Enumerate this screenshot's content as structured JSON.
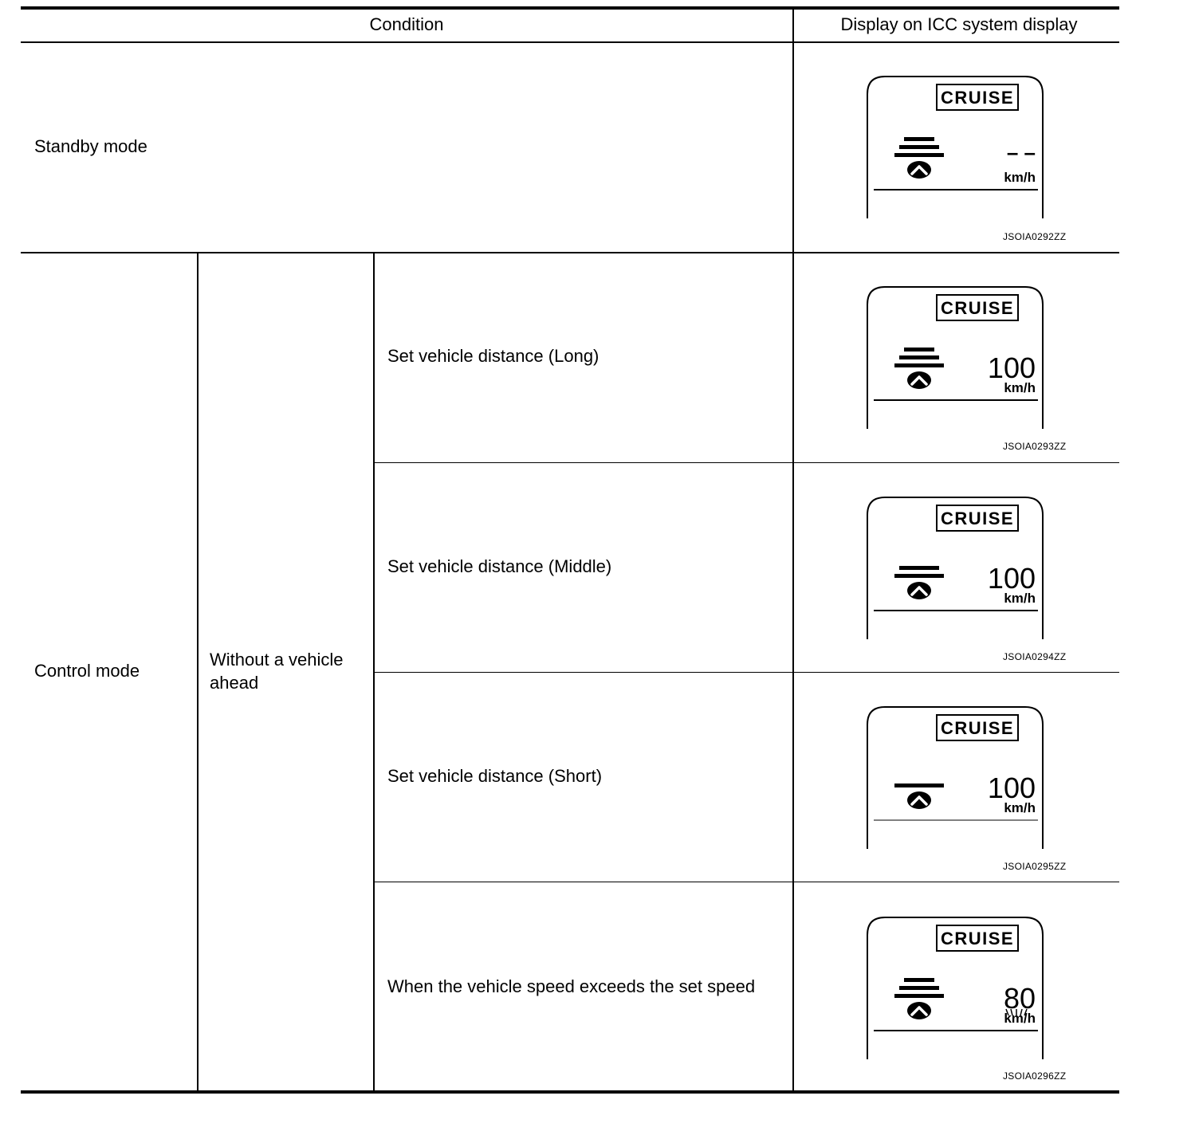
{
  "header": {
    "condition": "Condition",
    "display": "Display on ICC system display"
  },
  "rows": {
    "standby": {
      "label": "Standby mode"
    },
    "control": {
      "label": "Control mode",
      "sub_label": "Without a vehicle ahead",
      "items": [
        {
          "condition": "Set vehicle distance (Long)"
        },
        {
          "condition": "Set vehicle distance (Middle)"
        },
        {
          "condition": "Set vehicle distance (Short)"
        },
        {
          "condition": "When the vehicle speed exceeds the set speed"
        }
      ]
    }
  },
  "displays": [
    {
      "cruise": "CRUISE",
      "speed": "– –",
      "unit": "km/h",
      "distance_bars": 3,
      "flashing": false,
      "image_id": "JSOIA0292ZZ"
    },
    {
      "cruise": "CRUISE",
      "speed": "100",
      "unit": "km/h",
      "distance_bars": 3,
      "flashing": false,
      "image_id": "JSOIA0293ZZ"
    },
    {
      "cruise": "CRUISE",
      "speed": "100",
      "unit": "km/h",
      "distance_bars": 2,
      "flashing": false,
      "image_id": "JSOIA0294ZZ"
    },
    {
      "cruise": "CRUISE",
      "speed": "100",
      "unit": "km/h",
      "distance_bars": 1,
      "flashing": false,
      "image_id": "JSOIA0295ZZ"
    },
    {
      "cruise": "CRUISE",
      "speed": "80",
      "unit": "km/h",
      "distance_bars": 3,
      "flashing": true,
      "image_id": "JSOIA0296ZZ"
    }
  ]
}
